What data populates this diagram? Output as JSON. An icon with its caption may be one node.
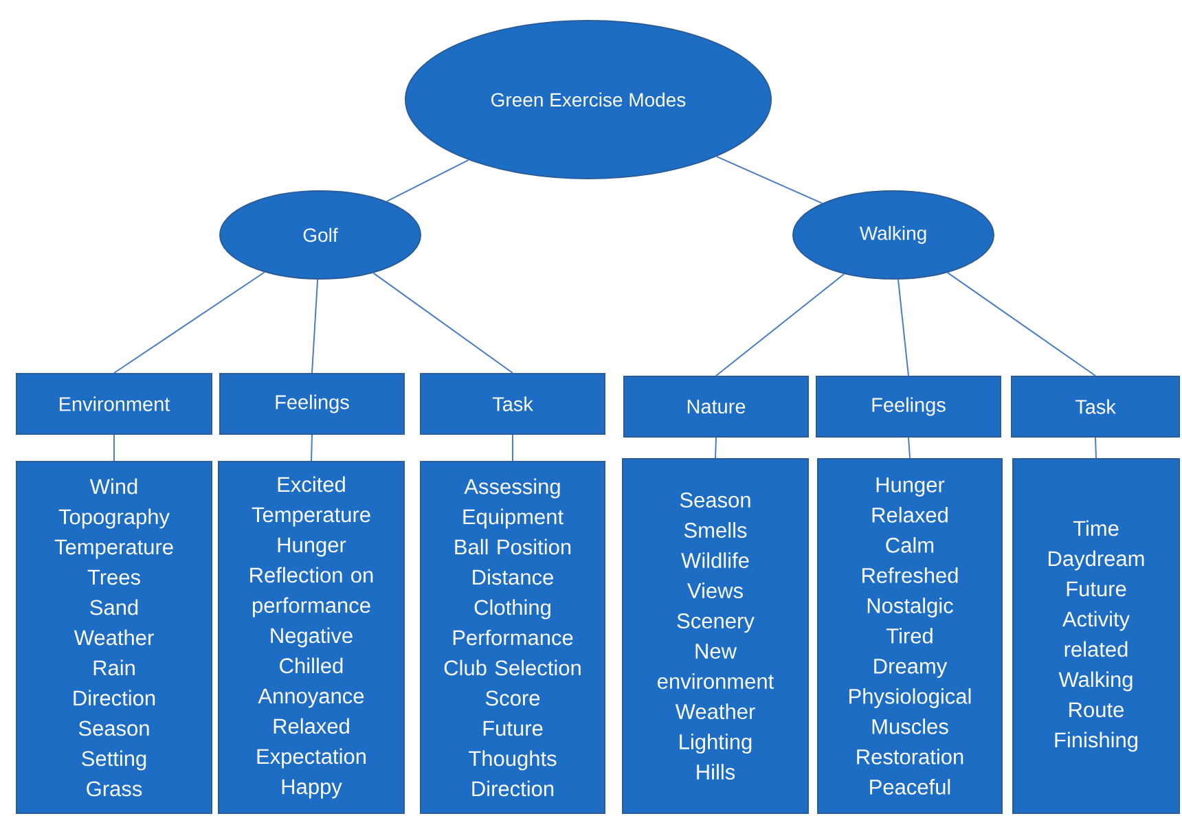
{
  "diagram": {
    "nodes": [
      {
        "text": [
          "Green Exercise Modes"
        ]
      },
      {
        "text": [
          "Golf"
        ]
      },
      {
        "text": [
          "Walking"
        ]
      },
      {
        "text": [
          "Environment"
        ]
      },
      {
        "text": [
          "Feelings"
        ]
      },
      {
        "text": [
          "Task"
        ]
      },
      {
        "text": [
          "Nature"
        ]
      },
      {
        "text": [
          "Feelings"
        ]
      },
      {
        "text": [
          "Task"
        ]
      },
      {
        "text": [
          "Wind",
          "Topography",
          "Temperature",
          "Trees",
          "Sand",
          "Weather",
          "Rain",
          "Direction",
          "Season",
          "Setting",
          "Grass"
        ]
      },
      {
        "text": [
          "Excited",
          "Temperature",
          "Hunger",
          "Reflection on performance",
          "Negative",
          "Chilled",
          "Annoyance",
          "Relaxed",
          "Expectation",
          "Happy"
        ]
      },
      {
        "text": [
          "Assessing",
          "Equipment",
          "Ball Position",
          "Distance",
          "Clothing",
          "Performance",
          "Club Selection",
          "Score",
          "Future",
          "Thoughts",
          "Direction"
        ]
      },
      {
        "text": [
          "Season",
          "Smells",
          "Wildlife",
          "Views",
          "Scenery",
          "New environment",
          "Weather",
          "Lighting",
          "Hills"
        ]
      },
      {
        "text": [
          "Hunger",
          "Relaxed",
          "Calm",
          "Refreshed",
          "Nostalgic",
          "Tired",
          "Dreamy",
          "Physiological",
          "Muscles",
          "Restoration",
          "Peaceful"
        ]
      },
      {
        "text": [
          "Time",
          "Daydream",
          "Future",
          "Activity related",
          "Walking",
          "Route",
          "Finishing"
        ]
      }
    ],
    "edges": [
      {
        "from": 0,
        "to": 1,
        "arrow": "none"
      },
      {
        "from": 0,
        "to": 2,
        "arrow": "none"
      },
      {
        "from": 1,
        "to": 3,
        "arrow": "none"
      },
      {
        "from": 1,
        "to": 4,
        "arrow": "none"
      },
      {
        "from": 1,
        "to": 5,
        "arrow": "none"
      },
      {
        "from": 2,
        "to": 6,
        "arrow": "none"
      },
      {
        "from": 2,
        "to": 7,
        "arrow": "none"
      },
      {
        "from": 2,
        "to": 8,
        "arrow": "none"
      },
      {
        "from": 3,
        "to": 9,
        "arrow": "none"
      },
      {
        "from": 4,
        "to": 10,
        "arrow": "none"
      },
      {
        "from": 5,
        "to": 11,
        "arrow": "none"
      },
      {
        "from": 6,
        "to": 12,
        "arrow": "none"
      },
      {
        "from": 7,
        "to": 13,
        "arrow": "none"
      },
      {
        "from": 8,
        "to": 14,
        "arrow": "none"
      }
    ]
  }
}
